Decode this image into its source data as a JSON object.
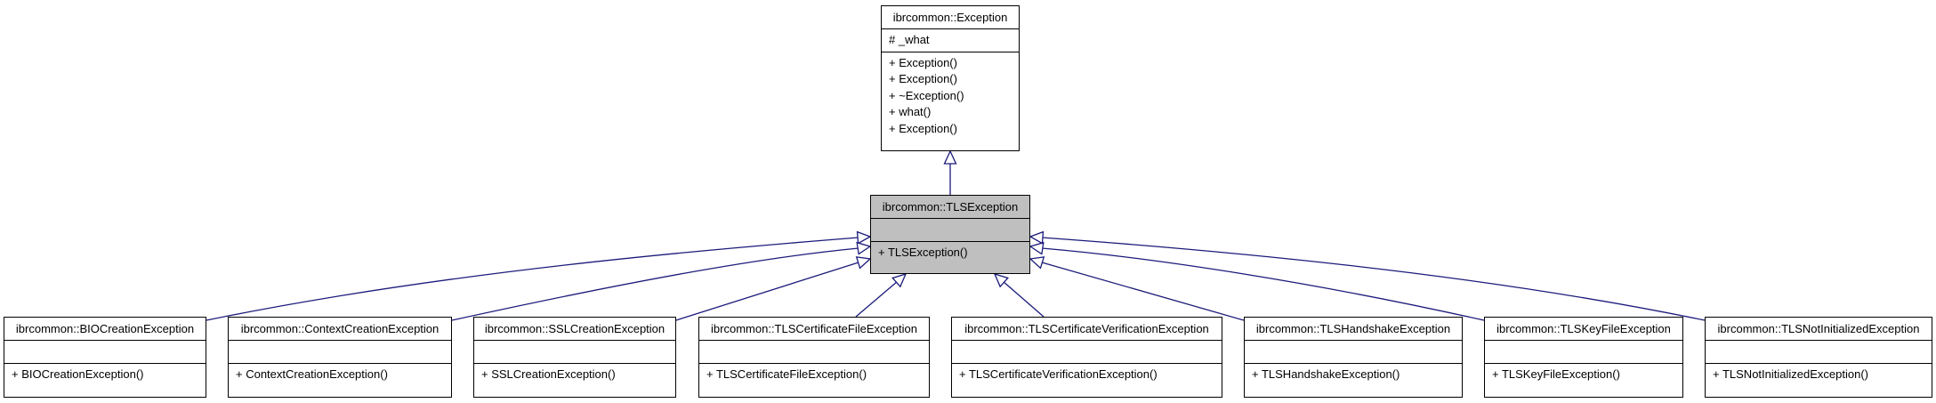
{
  "diagram": {
    "base": {
      "name": "ibrcommon::Exception",
      "attributes": [
        "# _what"
      ],
      "methods": [
        "+ Exception()",
        "+ Exception()",
        "+ ~Exception()",
        "+ what()",
        "+ Exception()"
      ]
    },
    "focus": {
      "name": "ibrcommon::TLSException",
      "attributes": [],
      "methods": [
        "+ TLSException()"
      ]
    },
    "derived": [
      {
        "name": "ibrcommon::BIOCreationException",
        "methods": [
          "+ BIOCreationException()"
        ]
      },
      {
        "name": "ibrcommon::ContextCreationException",
        "methods": [
          "+ ContextCreationException()"
        ]
      },
      {
        "name": "ibrcommon::SSLCreationException",
        "methods": [
          "+ SSLCreationException()"
        ]
      },
      {
        "name": "ibrcommon::TLSCertificateFileException",
        "methods": [
          "+ TLSCertificateFileException()"
        ]
      },
      {
        "name": "ibrcommon::TLSCertificateVerificationException",
        "methods": [
          "+ TLSCertificateVerificationException()"
        ]
      },
      {
        "name": "ibrcommon::TLSHandshakeException",
        "methods": [
          "+ TLSHandshakeException()"
        ]
      },
      {
        "name": "ibrcommon::TLSKeyFileException",
        "methods": [
          "+ TLSKeyFileException()"
        ]
      },
      {
        "name": "ibrcommon::TLSNotInitializedException",
        "methods": [
          "+ TLSNotInitializedException()"
        ]
      }
    ],
    "colors": {
      "edge": "#1a1a7a",
      "highlight": "#bfbfbf",
      "border": "#000000"
    }
  }
}
